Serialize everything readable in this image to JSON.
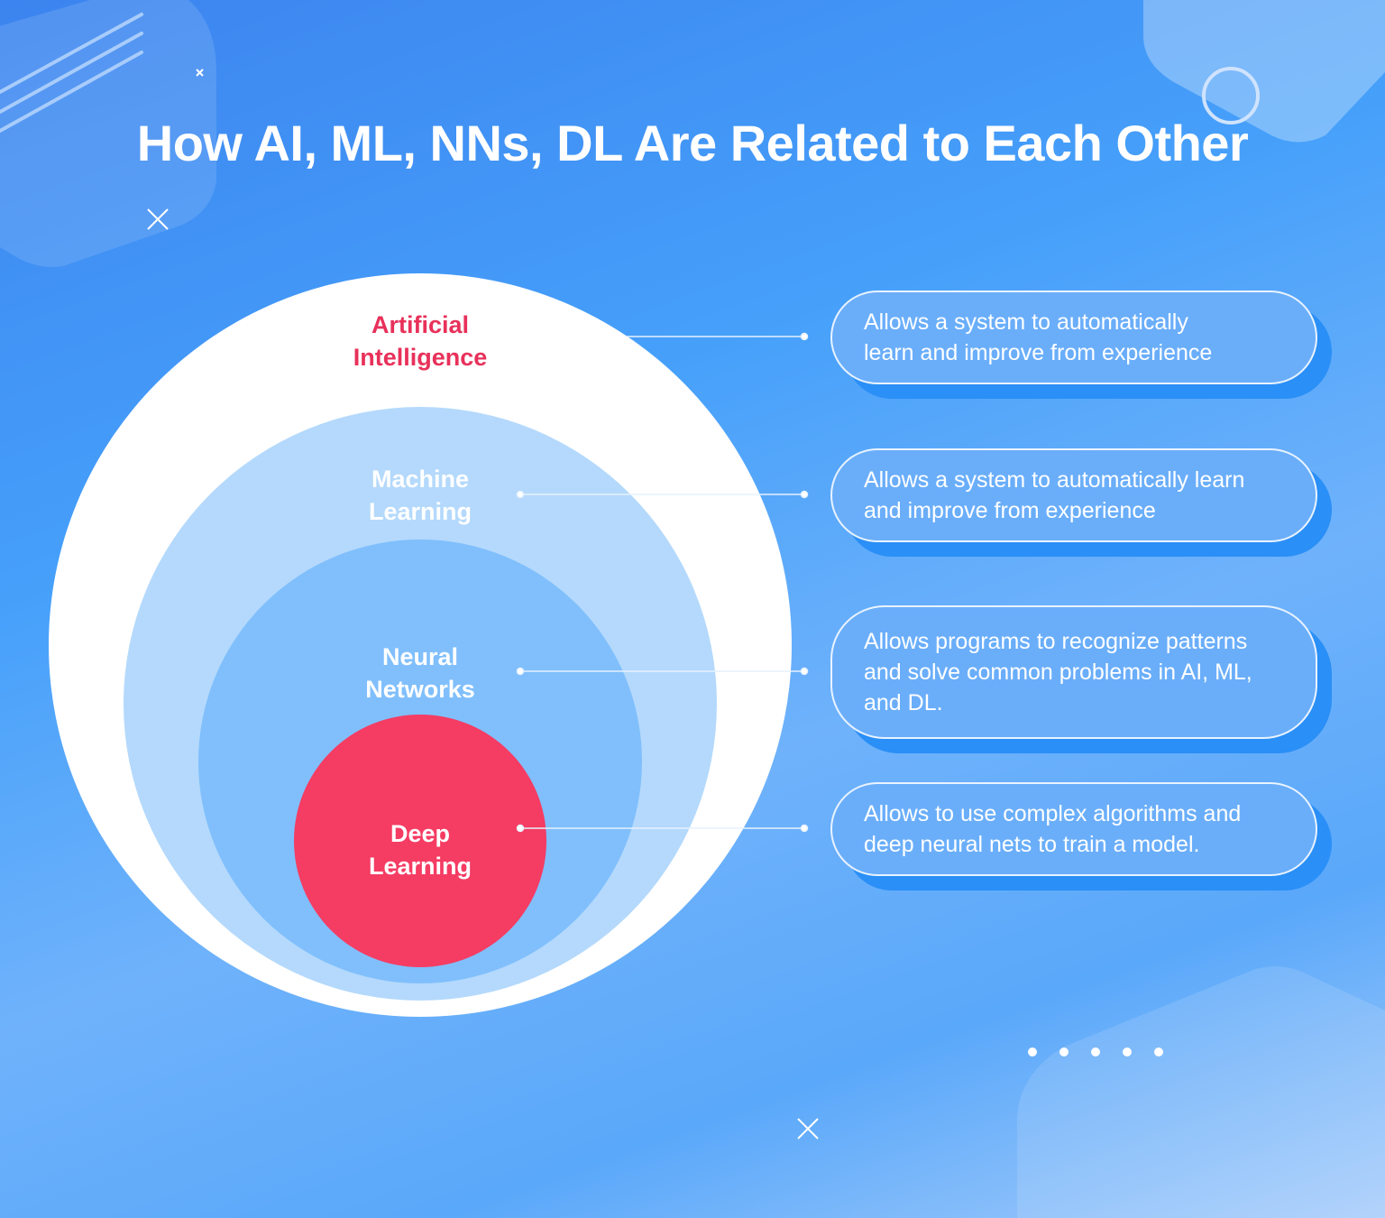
{
  "title": "How AI, ML, NNs, DL Are Related to Each Other",
  "circles": [
    {
      "label_line1": "Artificial",
      "label_line2": "Intelligence",
      "description": "Allows a system to automatically learn and improve from experience"
    },
    {
      "label_line1": "Machine",
      "label_line2": "Learning",
      "description": "Allows a system to automatically learn and improve from experience"
    },
    {
      "label_line1": "Neural",
      "label_line2": "Networks",
      "description": "Allows programs to recognize patterns and solve common problems in AI, ML, and DL."
    },
    {
      "label_line1": "Deep",
      "label_line2": "Learning",
      "description": "Allows to use complex algorithms and deep neural nets to train a model."
    }
  ],
  "colors": {
    "ai": "#ffffff",
    "ml": "#b4d9fc",
    "nn": "#80bffc",
    "dl": "#f53c63",
    "ai_label": "#e8315a"
  }
}
